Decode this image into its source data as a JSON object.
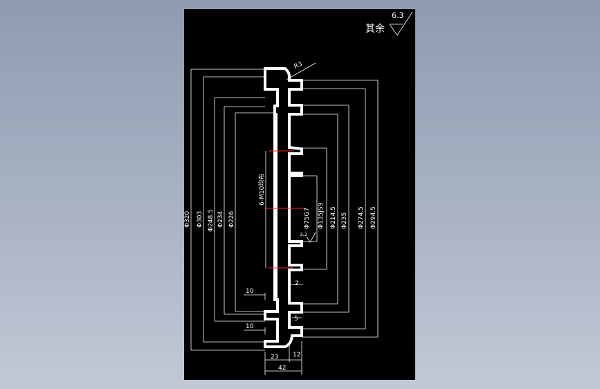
{
  "roughness": {
    "note": "其余",
    "value": "6.3"
  },
  "radius_label": "R3",
  "thread_note": "6-M10均布",
  "left_diameters": [
    "Φ320",
    "Φ303",
    "Φ248.5",
    "Φ234",
    "Φ226"
  ],
  "right_diameters": [
    "Φ75G7",
    "Φ135JS9",
    "Φ214.5",
    "Φ235",
    "Φ274.5",
    "Φ294.5"
  ],
  "inner_roughness": "3.2",
  "dims": {
    "d10_top": "10",
    "d10_bottom": "10",
    "d2": "2",
    "d5": "5",
    "d23": "23",
    "d12": "12",
    "d42": "42"
  }
}
